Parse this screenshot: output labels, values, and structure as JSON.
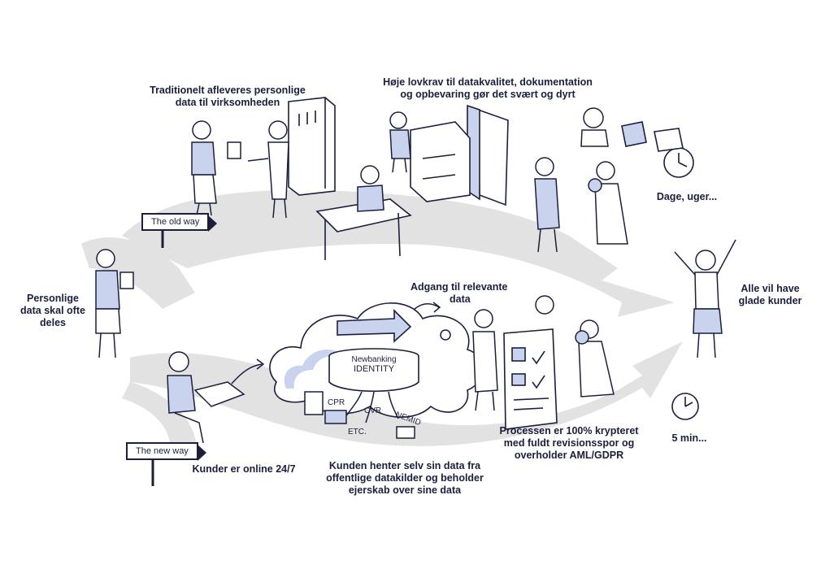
{
  "labels": {
    "traditional": [
      "Traditionelt afleveres personlige",
      "data til virksomheden"
    ],
    "requirements": [
      "Høje lovkrav til datakvalitet, dokumentation",
      "og opbevaring gør det svært og dyrt"
    ],
    "days": "Dage, uger...",
    "personal_data": [
      "Personlige",
      "data skal ofte",
      "deles"
    ],
    "happy": [
      "Alle vil have",
      "glade kunder"
    ],
    "access": [
      "Adgang til relevante",
      "data"
    ],
    "online": "Kunder er online 24/7",
    "customer_fetches": [
      "Kunden henter selv sin data fra",
      "offentlige datakilder og beholder",
      "ejerskab over sine data"
    ],
    "process": [
      "Processen er 100% krypteret",
      "med fuldt revisionsspor og",
      "overholder AML/GDPR"
    ],
    "five_min": "5 min..."
  },
  "signs": {
    "old_way": "The old way",
    "new_way": "The new way"
  },
  "identity": {
    "line1": "Newbanking",
    "line2": "IDENTITY"
  },
  "sources": {
    "cpr": "CPR",
    "cvr": "CVR",
    "nemid": "NEMID",
    "etc": "ETC."
  },
  "colors": {
    "ink": "#1b1f3b",
    "accent_blue": "#c9d3ee",
    "arrow_grey": "#e1e1e1"
  }
}
